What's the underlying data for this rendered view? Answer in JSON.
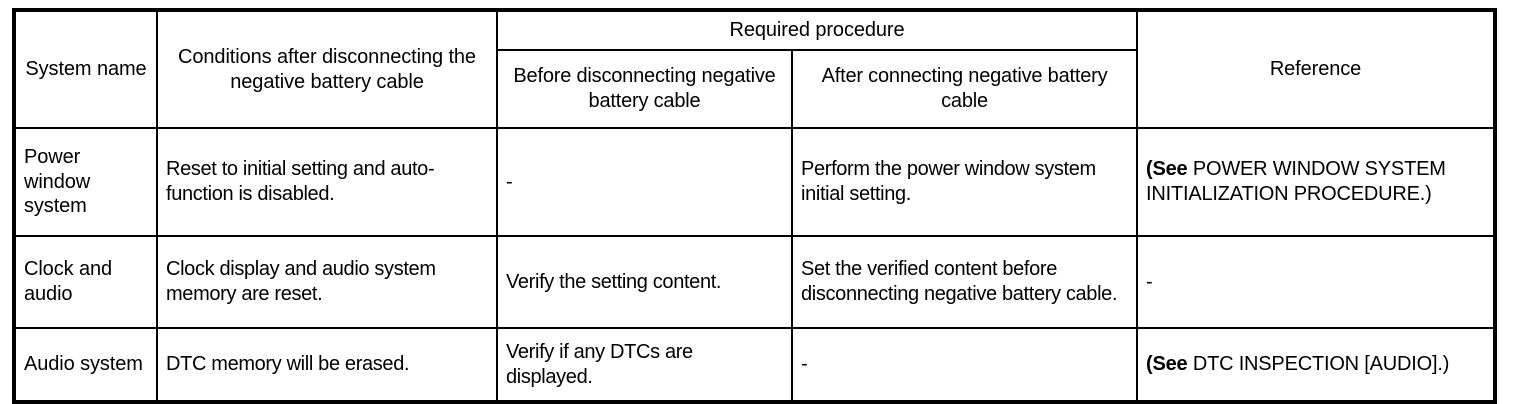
{
  "table": {
    "headers": {
      "system_name": "System name",
      "conditions": "Conditions after disconnecting the negative battery cable",
      "required_procedure": "Required procedure",
      "before_disconnecting": "Before disconnecting negative battery cable",
      "after_connecting": "After connecting negative battery cable",
      "reference": "Reference"
    },
    "rows": [
      {
        "system_name": "Power window system",
        "conditions": "Reset to initial setting and auto-function is disabled.",
        "before_disconnecting": "-",
        "after_connecting": "Perform the power window system initial setting.",
        "reference_lead": "(See ",
        "reference_rest": "POWER WINDOW SYSTEM INITIALIZATION PROCEDURE.)"
      },
      {
        "system_name": "Clock and audio",
        "conditions": "Clock display and audio system memory are reset.",
        "before_disconnecting": "Verify the setting content.",
        "after_connecting": "Set the verified content before disconnecting negative battery cable.",
        "reference_lead": "",
        "reference_rest": "-"
      },
      {
        "system_name": "Audio system",
        "conditions": "DTC memory will be erased.",
        "before_disconnecting": "Verify if any DTCs are displayed.",
        "after_connecting": "-",
        "reference_lead": "(See ",
        "reference_rest": "DTC INSPECTION [AUDIO].)"
      }
    ]
  },
  "colors": {
    "border": "#000000",
    "text": "#000000",
    "background": "#ffffff"
  }
}
